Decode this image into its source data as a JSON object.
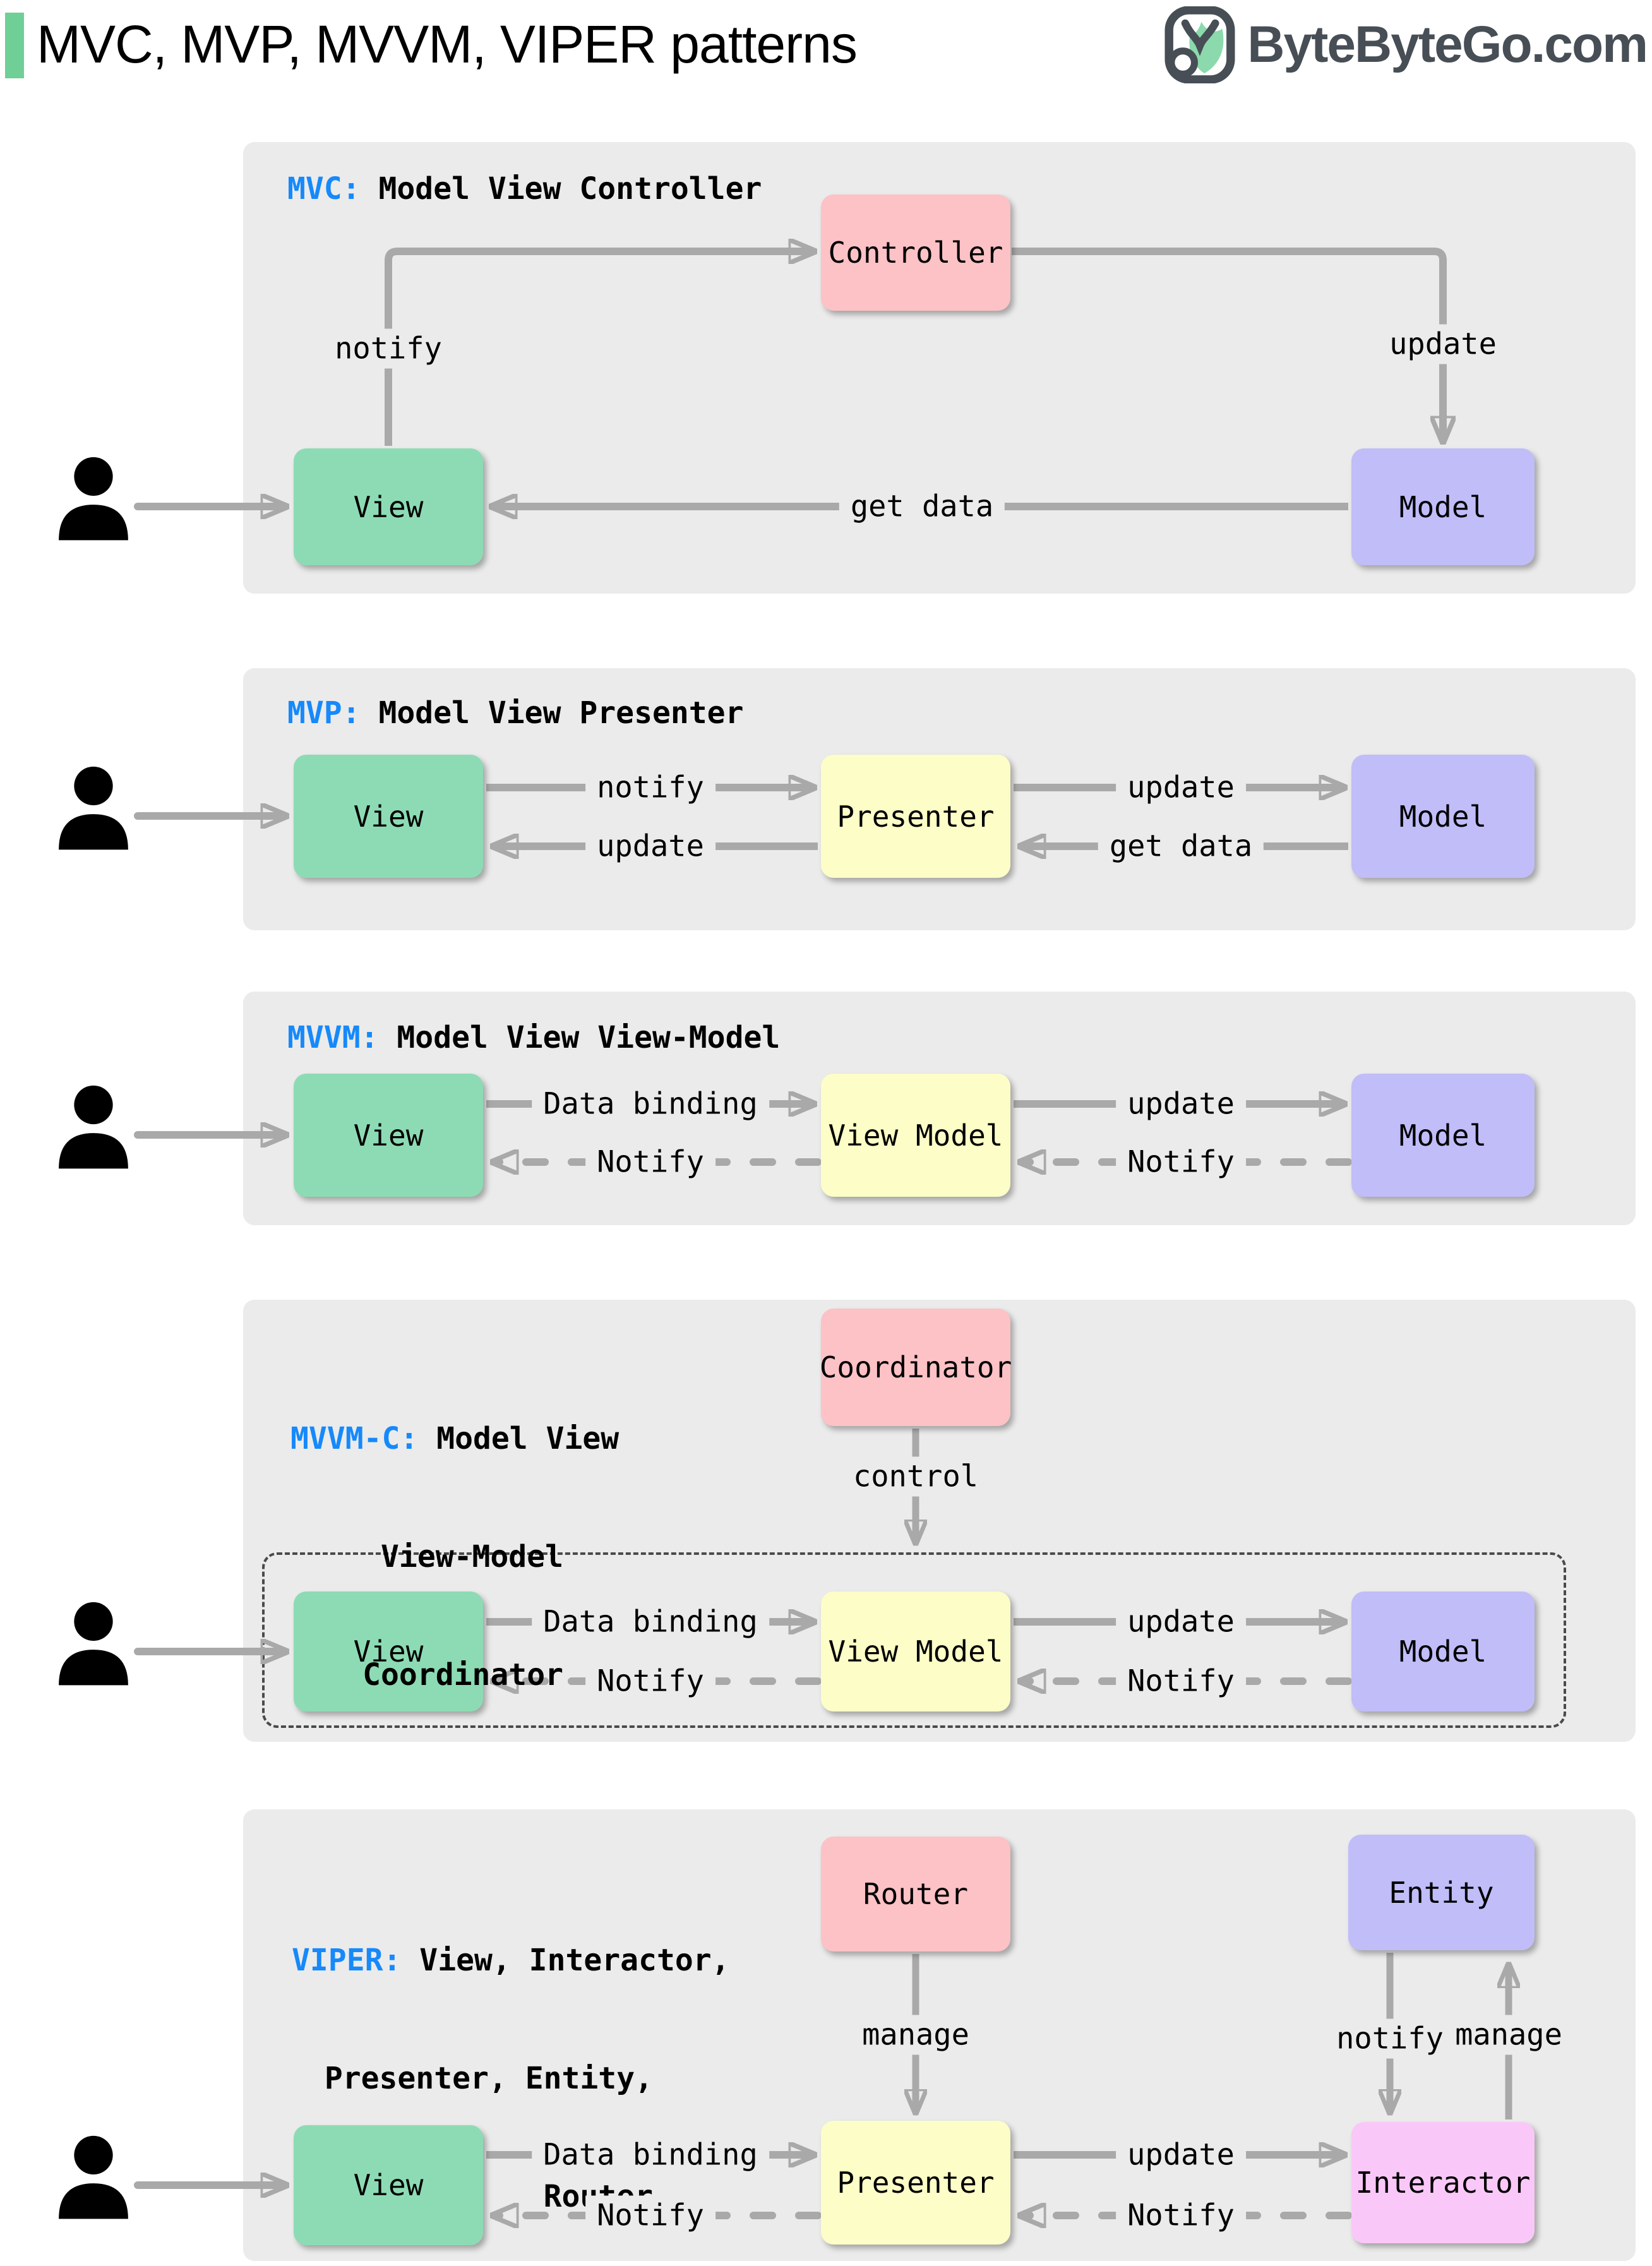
{
  "header": {
    "title": "MVC, MVP, MVVM, VIPER patterns",
    "logo_text": "ByteByteGo.com"
  },
  "colors": {
    "accent-green": "#6FCF97",
    "blue": "#1689FB",
    "box-green": "#8DDBB4",
    "box-pink": "#FCC2C6",
    "box-yellow": "#FDFDC7",
    "box-purple": "#C0BDF9",
    "box-magenta": "#FAC8F8",
    "panel-bg": "#EBEBEB",
    "arrow": "#A9A9A9",
    "logo-gray": "#474E55",
    "dash-border": "#4A4A4A",
    "text": "#000000"
  },
  "panels": {
    "mvc": {
      "abbr": "MVC:",
      "title_rest": " Model View Controller",
      "boxes": {
        "controller": "Controller",
        "view": "View",
        "model": "Model"
      },
      "labels": {
        "notify": "notify",
        "update": "update",
        "get_data": "get data"
      }
    },
    "mvp": {
      "abbr": "MVP:",
      "title_rest": " Model View Presenter",
      "boxes": {
        "view": "View",
        "presenter": "Presenter",
        "model": "Model"
      },
      "labels": {
        "notify": "notify",
        "update_view": "update",
        "update_model": "update",
        "get_data": "get data"
      }
    },
    "mvvm": {
      "abbr": "MVVM:",
      "title_rest": " Model View View-Model",
      "boxes": {
        "view": "View",
        "view_model": "View Model",
        "model": "Model"
      },
      "labels": {
        "data_binding": "Data binding",
        "notify_view": "Notify",
        "update": "update",
        "notify_vm": "Notify"
      }
    },
    "mvvmc": {
      "abbr": "MVVM-C:",
      "title_line1": " Model View",
      "title_line2": "View-Model",
      "title_line3": "Coordinator",
      "boxes": {
        "coordinator": "Coordinator",
        "view": "View",
        "view_model": "View Model",
        "model": "Model"
      },
      "labels": {
        "control": "control",
        "data_binding": "Data binding",
        "notify_view": "Notify",
        "update": "update",
        "notify_vm": "Notify"
      }
    },
    "viper": {
      "abbr": "VIPER:",
      "title_line1": " View, Interactor,",
      "title_line2": "Presenter, Entity,",
      "title_line3": "Router",
      "boxes": {
        "router": "Router",
        "entity": "Entity",
        "view": "View",
        "presenter": "Presenter",
        "interactor": "Interactor"
      },
      "labels": {
        "manage_router": "manage",
        "notify_entity": "notify",
        "manage_entity": "manage",
        "data_binding": "Data binding",
        "notify_view": "Notify",
        "update": "update",
        "notify_presenter": "Notify"
      }
    }
  }
}
